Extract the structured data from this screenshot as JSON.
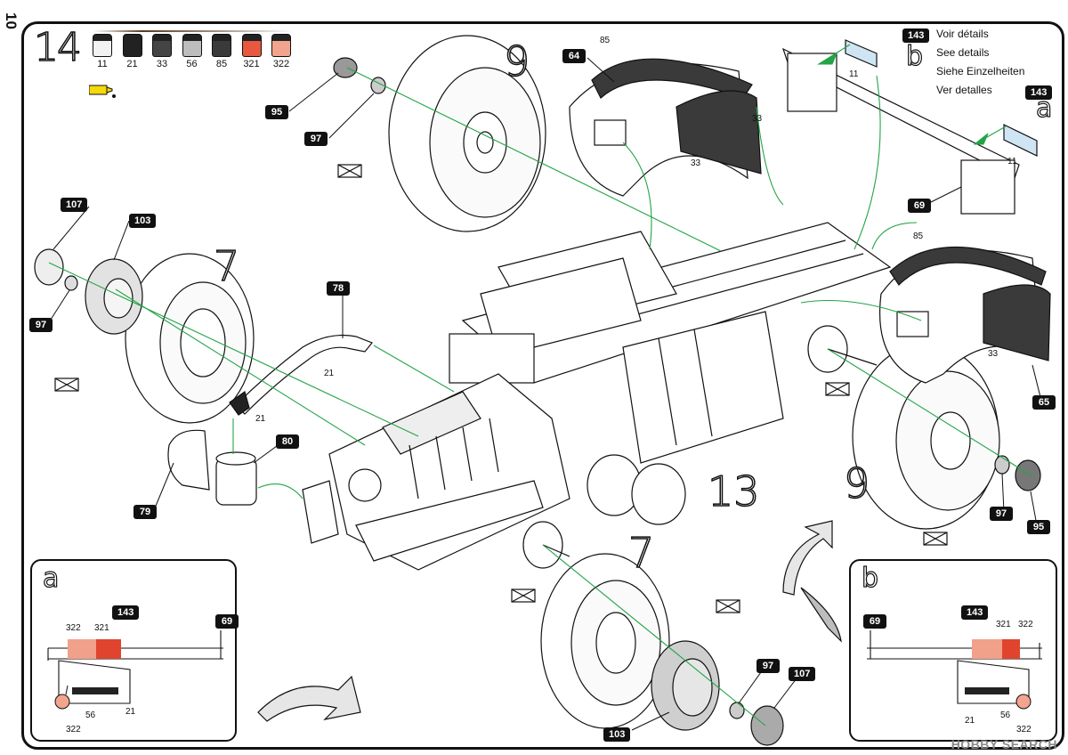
{
  "page_number": "10",
  "step_number": "14",
  "paints": [
    {
      "code": "11",
      "color": "#f2f2f2"
    },
    {
      "code": "21",
      "color": "#222222"
    },
    {
      "code": "33",
      "color": "#444444"
    },
    {
      "code": "56",
      "color": "#bdbdbd"
    },
    {
      "code": "85",
      "color": "#3a3a3a"
    },
    {
      "code": "321",
      "color": "#e8573f"
    },
    {
      "code": "322",
      "color": "#f2a48f"
    }
  ],
  "glue_icon": "cement-tube-icon",
  "details_legend": [
    "Voir détails",
    "See details",
    "Siehe Einzelheiten",
    "Ver detalles"
  ],
  "detail_labels": {
    "a": "a",
    "b": "b"
  },
  "parts": {
    "p107_left": "107",
    "p103_left": "103",
    "p97_left": "97",
    "p7_left": "7",
    "p95_top": "95",
    "p97_top": "97",
    "p9_top": "9",
    "p64": "64",
    "p85_top": "85",
    "p33_a": "33",
    "p33_b": "33",
    "p143_top": "143",
    "p143_mid": "143",
    "p11_a": "11",
    "p11_b": "11",
    "p69": "69",
    "p78": "78",
    "p21_a": "21",
    "p21_b": "21",
    "p80": "80",
    "p79": "79",
    "p85_right": "85",
    "p33_right": "33",
    "p65": "65",
    "p9_right": "9",
    "p97_right": "97",
    "p95_right": "95",
    "p13": "13",
    "p7_bottom": "7",
    "p97_bottom": "97",
    "p107_bottom": "107",
    "p103_bottom": "103"
  },
  "inset_a": {
    "letter": "a",
    "c322": "322",
    "c321": "321",
    "part143": "143",
    "part69": "69",
    "c56": "56",
    "c21": "21",
    "c322b": "322"
  },
  "inset_b": {
    "letter": "b",
    "part69": "69",
    "part143": "143",
    "c321": "321",
    "c322": "322",
    "c21": "21",
    "c56": "56",
    "c322b": "322"
  },
  "watermark": "HOBBY SEARCH"
}
